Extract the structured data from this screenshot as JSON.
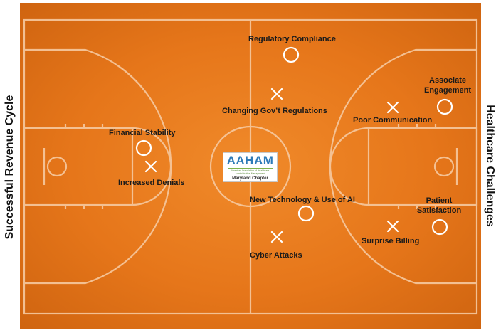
{
  "side_labels": {
    "left": "Successful Revenue Cycle",
    "right": "Healthcare Challenges"
  },
  "logo": {
    "name": "AAHAM",
    "tagline": "American Association of Healthcare Administrative Management",
    "chapter": "Maryland Chapter"
  },
  "colors": {
    "court": "#e6761a",
    "court_lines": "#f6c9a0",
    "labels": "#1a1a1a",
    "logo_blue": "#2e7bb8",
    "logo_green": "#7fb34a"
  },
  "markers": {
    "circle_meaning": "strength",
    "cross_meaning": "challenge"
  },
  "annotations": {
    "regulatory_compliance": "Regulatory Compliance",
    "changing_regulations": "Changing Gov’t Regulations",
    "financial_stability": "Financial Stability",
    "increased_denials": "Increased Denials",
    "new_technology": "New Technology & Use of AI",
    "cyber_attacks": "Cyber Attacks",
    "associate_engagement_1": "Associate",
    "associate_engagement_2": "Engagement",
    "poor_communication": "Poor Communication",
    "patient_satisfaction_1": "Patient",
    "patient_satisfaction_2": "Satisfaction",
    "surprise_billing": "Surprise Billing"
  }
}
